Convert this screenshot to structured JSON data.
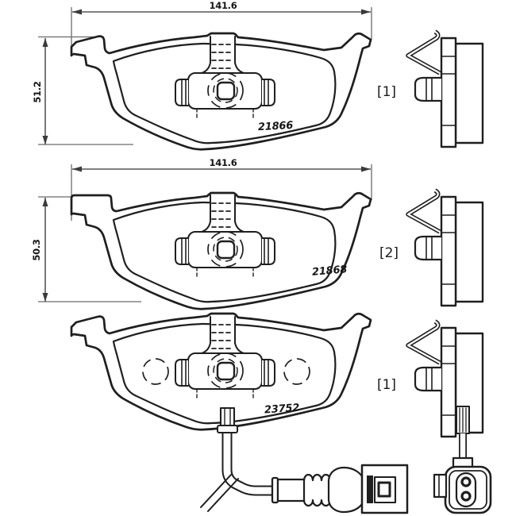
{
  "drawing": {
    "background_color": "#ffffff",
    "line_color": "#1f1f1f",
    "dimension_line_color": "#575757",
    "pads": [
      {
        "part_number": "21866",
        "bracket_label": "[1]",
        "width_dim": "141.6",
        "height_dim": "51.2"
      },
      {
        "part_number": "21868",
        "bracket_label": "[2]",
        "width_dim": "141.6",
        "height_dim": "50.3"
      },
      {
        "part_number": "23752",
        "bracket_label": "[1]"
      }
    ]
  }
}
